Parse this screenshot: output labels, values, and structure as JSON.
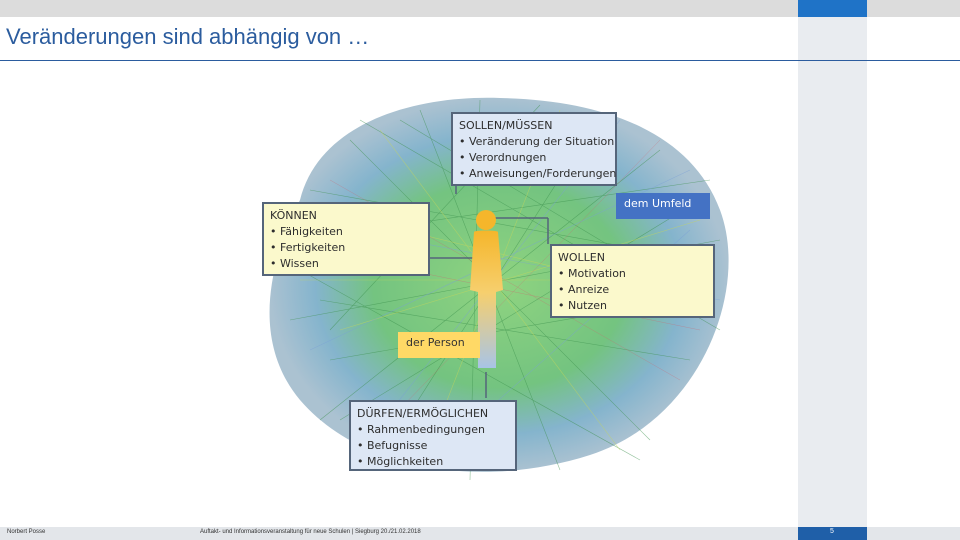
{
  "slide": {
    "title": "Veränderungen sind abhängig von …",
    "page_number": "5"
  },
  "footer": {
    "author": "Norbert Posse",
    "event": "Auftakt- und Informationsveranstaltung für neue Schulen | Siegburg 20./21.02.2018"
  },
  "colors": {
    "title": "#2b5c9e",
    "accent": "#1f73c7",
    "blue_box": "#dde7f5",
    "yellow_box": "#fbf9cc",
    "umfeld_tag": "#4472c4",
    "person_tag": "#ffd966"
  },
  "diagram": {
    "sollen": {
      "heading": "SOLLEN/MÜSSEN",
      "items": [
        "• Veränderung der Situation",
        "• Verordnungen",
        "• Anweisungen/Forderungen"
      ]
    },
    "koennen": {
      "heading": "KÖNNEN",
      "items": [
        "• Fähigkeiten",
        "• Fertigkeiten",
        "• Wissen"
      ]
    },
    "wollen": {
      "heading": "WOLLEN",
      "items": [
        "• Motivation",
        "• Anreize",
        "• Nutzen"
      ]
    },
    "duerfen": {
      "heading": "DÜRFEN/ERMÖGLICHEN",
      "items": [
        "• Rahmenbedingungen",
        "• Befugnisse",
        "• Möglichkeiten"
      ]
    },
    "tag_umfeld": "dem Umfeld",
    "tag_person": "der Person",
    "icon": "person-silhouette-icon"
  }
}
